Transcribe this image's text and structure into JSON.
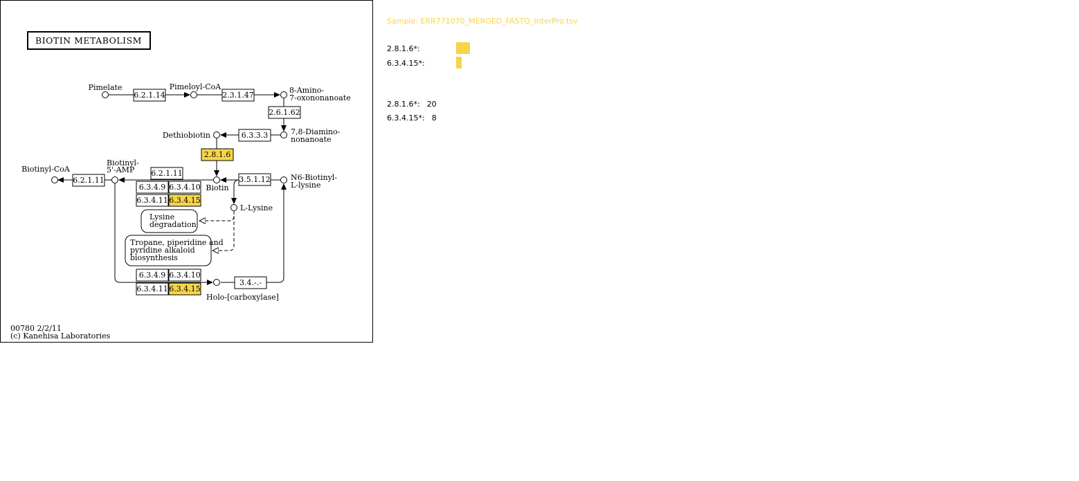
{
  "pathway": {
    "title": "BIOTIN METABOLISM",
    "footer_id": "00780 2/2/11",
    "footer_copy": "(c) Kanehisa Laboratories",
    "compounds": {
      "pimelate": "Pimelate",
      "pimeloyl_coa": "Pimeloyl-CoA",
      "amino_oxo_1": "8-Amino-",
      "amino_oxo_2": "7-oxononanoate",
      "dethiobiotin": "Dethiobiotin",
      "diamino_1": "7,8-Diamino-",
      "diamino_2": "nonanoate",
      "biotinyl_coa": "Biotinyl-CoA",
      "biotinyl_amp_1": "Biotinyl-",
      "biotinyl_amp_2": "5'-AMP",
      "biotin": "Biotin",
      "n6_biotinyl_1": "N6-Biotinyl-",
      "n6_biotinyl_2": "L-lysine",
      "l_lysine": "L-Lysine",
      "holo": "Holo-[carboxylase]"
    },
    "maps": {
      "lysine_1": "Lysine",
      "lysine_2": "degradation",
      "tropane_1": "Tropane, piperidine and",
      "tropane_2": "pyridine alkaloid",
      "tropane_3": "biosynthesis"
    },
    "enzymes": {
      "e6_2_1_14": "6.2.1.14",
      "e2_3_1_47": "2.3.1.47",
      "e2_6_1_62": "2.6.1.62",
      "e6_3_3_3": "6.3.3.3",
      "e2_8_1_6": "2.8.1.6",
      "e6_2_1_11_top": "6.2.1.11",
      "e6_2_1_11_left": "6.2.1.11",
      "e3_5_1_12": "3.5.1.12",
      "e6_3_4_9_a": "6.3.4.9",
      "e6_3_4_10_a": "6.3.4.10",
      "e6_3_4_11_a": "6.3.4.11",
      "e6_3_4_15_a": "6.3.4.15",
      "e6_3_4_9_b": "6.3.4.9",
      "e6_3_4_10_b": "6.3.4.10",
      "e6_3_4_11_b": "6.3.4.11",
      "e6_3_4_15_b": "6.3.4.15",
      "e3_4": "3.4.-.-"
    },
    "highlight_color": "#f7d44a"
  },
  "sidebar": {
    "sample": "Sample: ERR771070_MERGED_FASTQ_InterPro.tsv",
    "bars": [
      {
        "label": "2.8.1.6*:",
        "relative_value": 1.0
      },
      {
        "label": "6.3.4.15*:",
        "relative_value": 0.4
      }
    ],
    "counts": [
      {
        "label": "2.8.1.6*:",
        "value": "20"
      },
      {
        "label": "6.3.4.15*:",
        "value": "8"
      }
    ]
  }
}
